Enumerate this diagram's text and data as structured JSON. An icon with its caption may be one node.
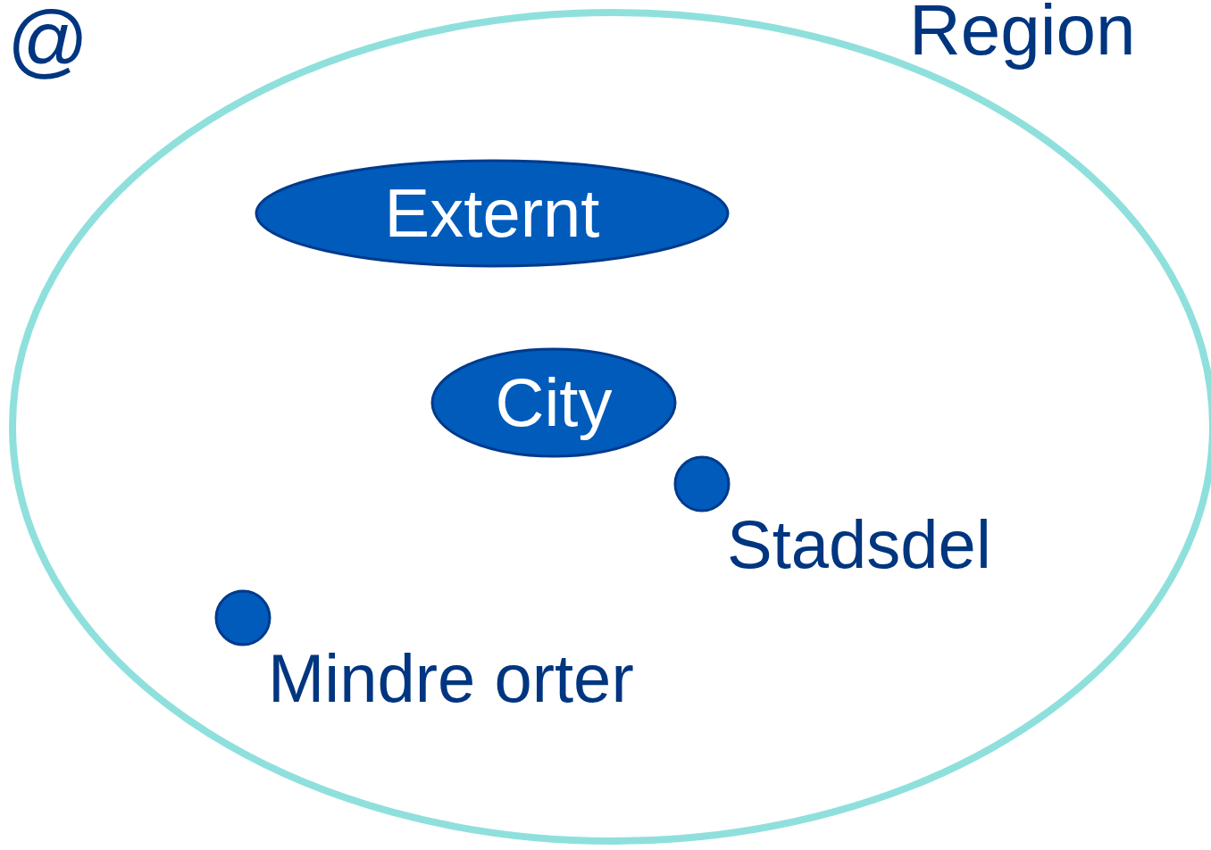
{
  "diagram": {
    "nodes": [
      {
        "text": [
          "Region"
        ]
      },
      {
        "text": [
          "Externt"
        ],
        "in": 0
      },
      {
        "text": [
          "City"
        ],
        "in": 0
      },
      {
        "text": [],
        "shape": "circle",
        "in": 0,
        "beside": [
          "Stadsdel"
        ]
      },
      {
        "text": [],
        "shape": "circle",
        "in": 0,
        "beside": [
          "Mindre orter"
        ]
      }
    ],
    "labels": [
      "@"
    ]
  }
}
